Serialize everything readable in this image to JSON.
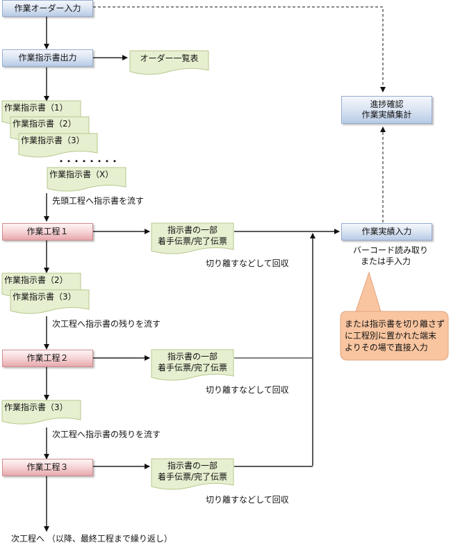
{
  "nodes": {
    "order_input": "作業オーダー入力",
    "instruction_output": "作業指示書出力",
    "order_list": "オーダー一覧表",
    "progress_line1": "進捗確認",
    "progress_line2": "作業実績集計",
    "docs_initial": [
      "作業指示書（1）",
      "作業指示書（2）",
      "作業指示書（3）"
    ],
    "ellipsis": "・・・・・・・・",
    "doc_x": "作業指示書（X）",
    "flow_first": "先頭工程へ指示書を流す",
    "process1": "作業工程１",
    "process2": "作業工程２",
    "process3": "作業工程３",
    "slip_line1": "指示書の一部",
    "slip_line2": "着手伝票/完了伝票",
    "collect": "切り離すなどして回収",
    "result_input": "作業実績入力",
    "result_method_line1": "バーコード読み取り",
    "result_method_line2": "または手入力",
    "docs_after_p1": [
      "作業指示書（2）",
      "作業指示書（3）"
    ],
    "flow_rest": "次工程へ指示書の残りを流す",
    "docs_after_p2": [
      "作業指示書（3）"
    ],
    "next_process": "次工程へ （以降、最終工程まで繰り返し）",
    "callout": [
      "または指示書を切り離さず",
      "に工程別に置かれた端末",
      "よりその場で直接入力"
    ]
  },
  "colors": {
    "system_box": "#c9d8ee",
    "process_box": "#f2c4c7",
    "document": "#e6efd0",
    "callout": "#f9c9a4"
  }
}
